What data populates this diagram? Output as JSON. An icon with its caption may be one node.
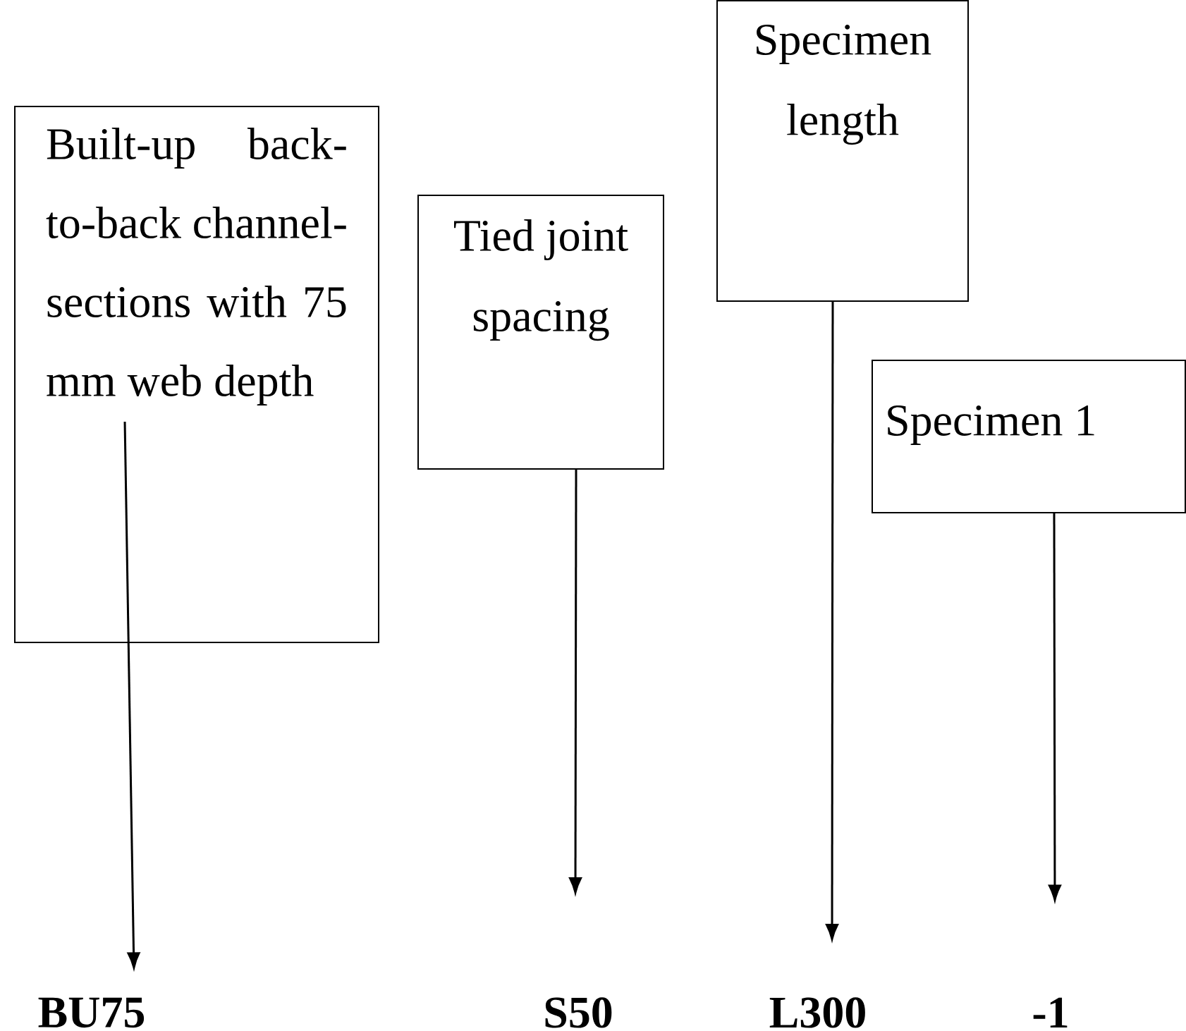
{
  "diagram": {
    "nodes": [
      {
        "text": [
          "Built-up back-to-back channel-sections with 75 mm web depth"
        ]
      },
      {
        "text": [
          "Tied joint spacing"
        ]
      },
      {
        "text": [
          "Specimen length"
        ]
      },
      {
        "text": [
          "Specimen 1"
        ]
      },
      {
        "text": [
          "BU75"
        ]
      },
      {
        "text": [
          "S50"
        ]
      },
      {
        "text": [
          "L300"
        ]
      },
      {
        "text": [
          "-1"
        ]
      }
    ],
    "edges": [
      {
        "from": 0,
        "to": 4,
        "arrow": "to"
      },
      {
        "from": 1,
        "to": 5,
        "arrow": "to"
      },
      {
        "from": 2,
        "to": 6,
        "arrow": "to"
      },
      {
        "from": 3,
        "to": 7,
        "arrow": "to"
      }
    ]
  }
}
